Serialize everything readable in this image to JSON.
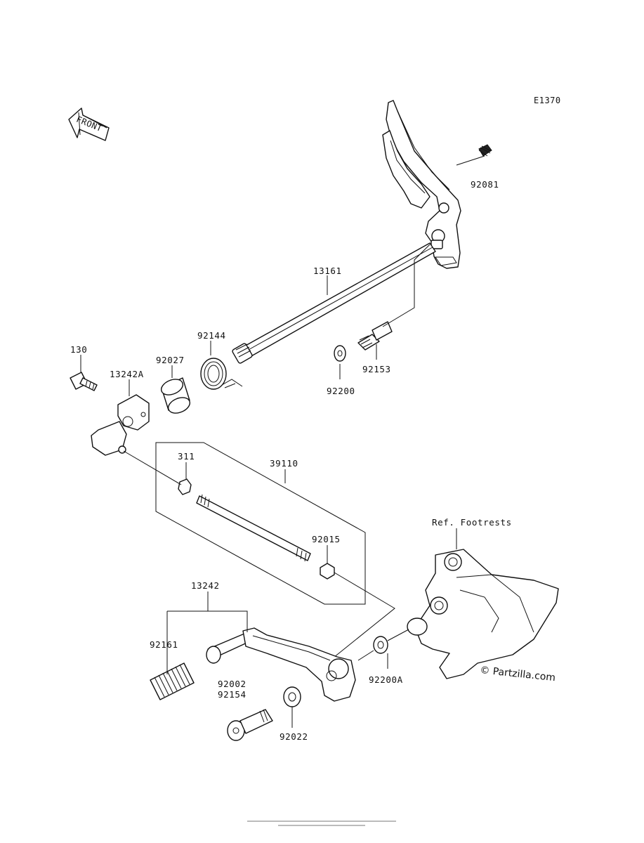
{
  "diagram": {
    "code": "E1370",
    "front_arrow_text": "FRONT",
    "watermark": "© Partzilla.com",
    "labels": {
      "p92081": "92081",
      "p13161": "13161",
      "p92144": "92144",
      "p130": "130",
      "p13242A": "13242A",
      "p92027": "92027",
      "p92153": "92153",
      "p92200": "92200",
      "p311": "311",
      "p39110": "39110",
      "p92015": "92015",
      "ref_footrests": "Ref. Footrests",
      "p13242": "13242",
      "p92161": "92161",
      "p92002": "92002",
      "p92154": "92154",
      "p92200A": "92200A",
      "p92022": "92022"
    }
  }
}
